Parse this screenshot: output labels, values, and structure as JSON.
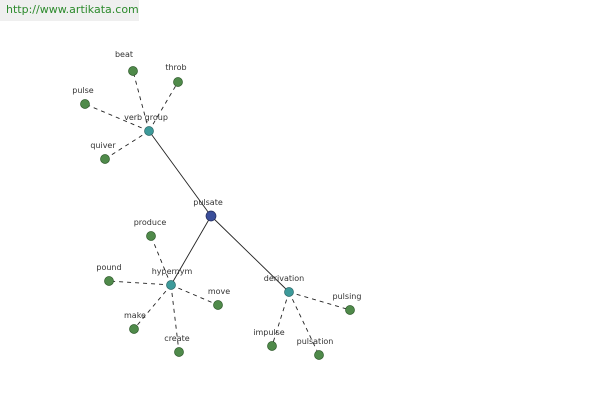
{
  "header": {
    "url": "http://www.artikata.com"
  },
  "colors": {
    "leaf": "#4f8a4a",
    "relation": "#3d9a9a",
    "root": "#3a4e9a",
    "edge": "#222222",
    "url_text": "#2c8a2c"
  },
  "graph": {
    "root": "pulsate",
    "relations": [
      {
        "id": "verb-group",
        "label": "verb group",
        "leaves": [
          "beat",
          "throb",
          "pulse",
          "quiver"
        ]
      },
      {
        "id": "hypernym",
        "label": "hypernym",
        "leaves": [
          "produce",
          "pound",
          "move",
          "make",
          "create"
        ]
      },
      {
        "id": "derivation",
        "label": "derivation",
        "leaves": [
          "pulsing",
          "impulse",
          "pulsation"
        ]
      }
    ]
  }
}
